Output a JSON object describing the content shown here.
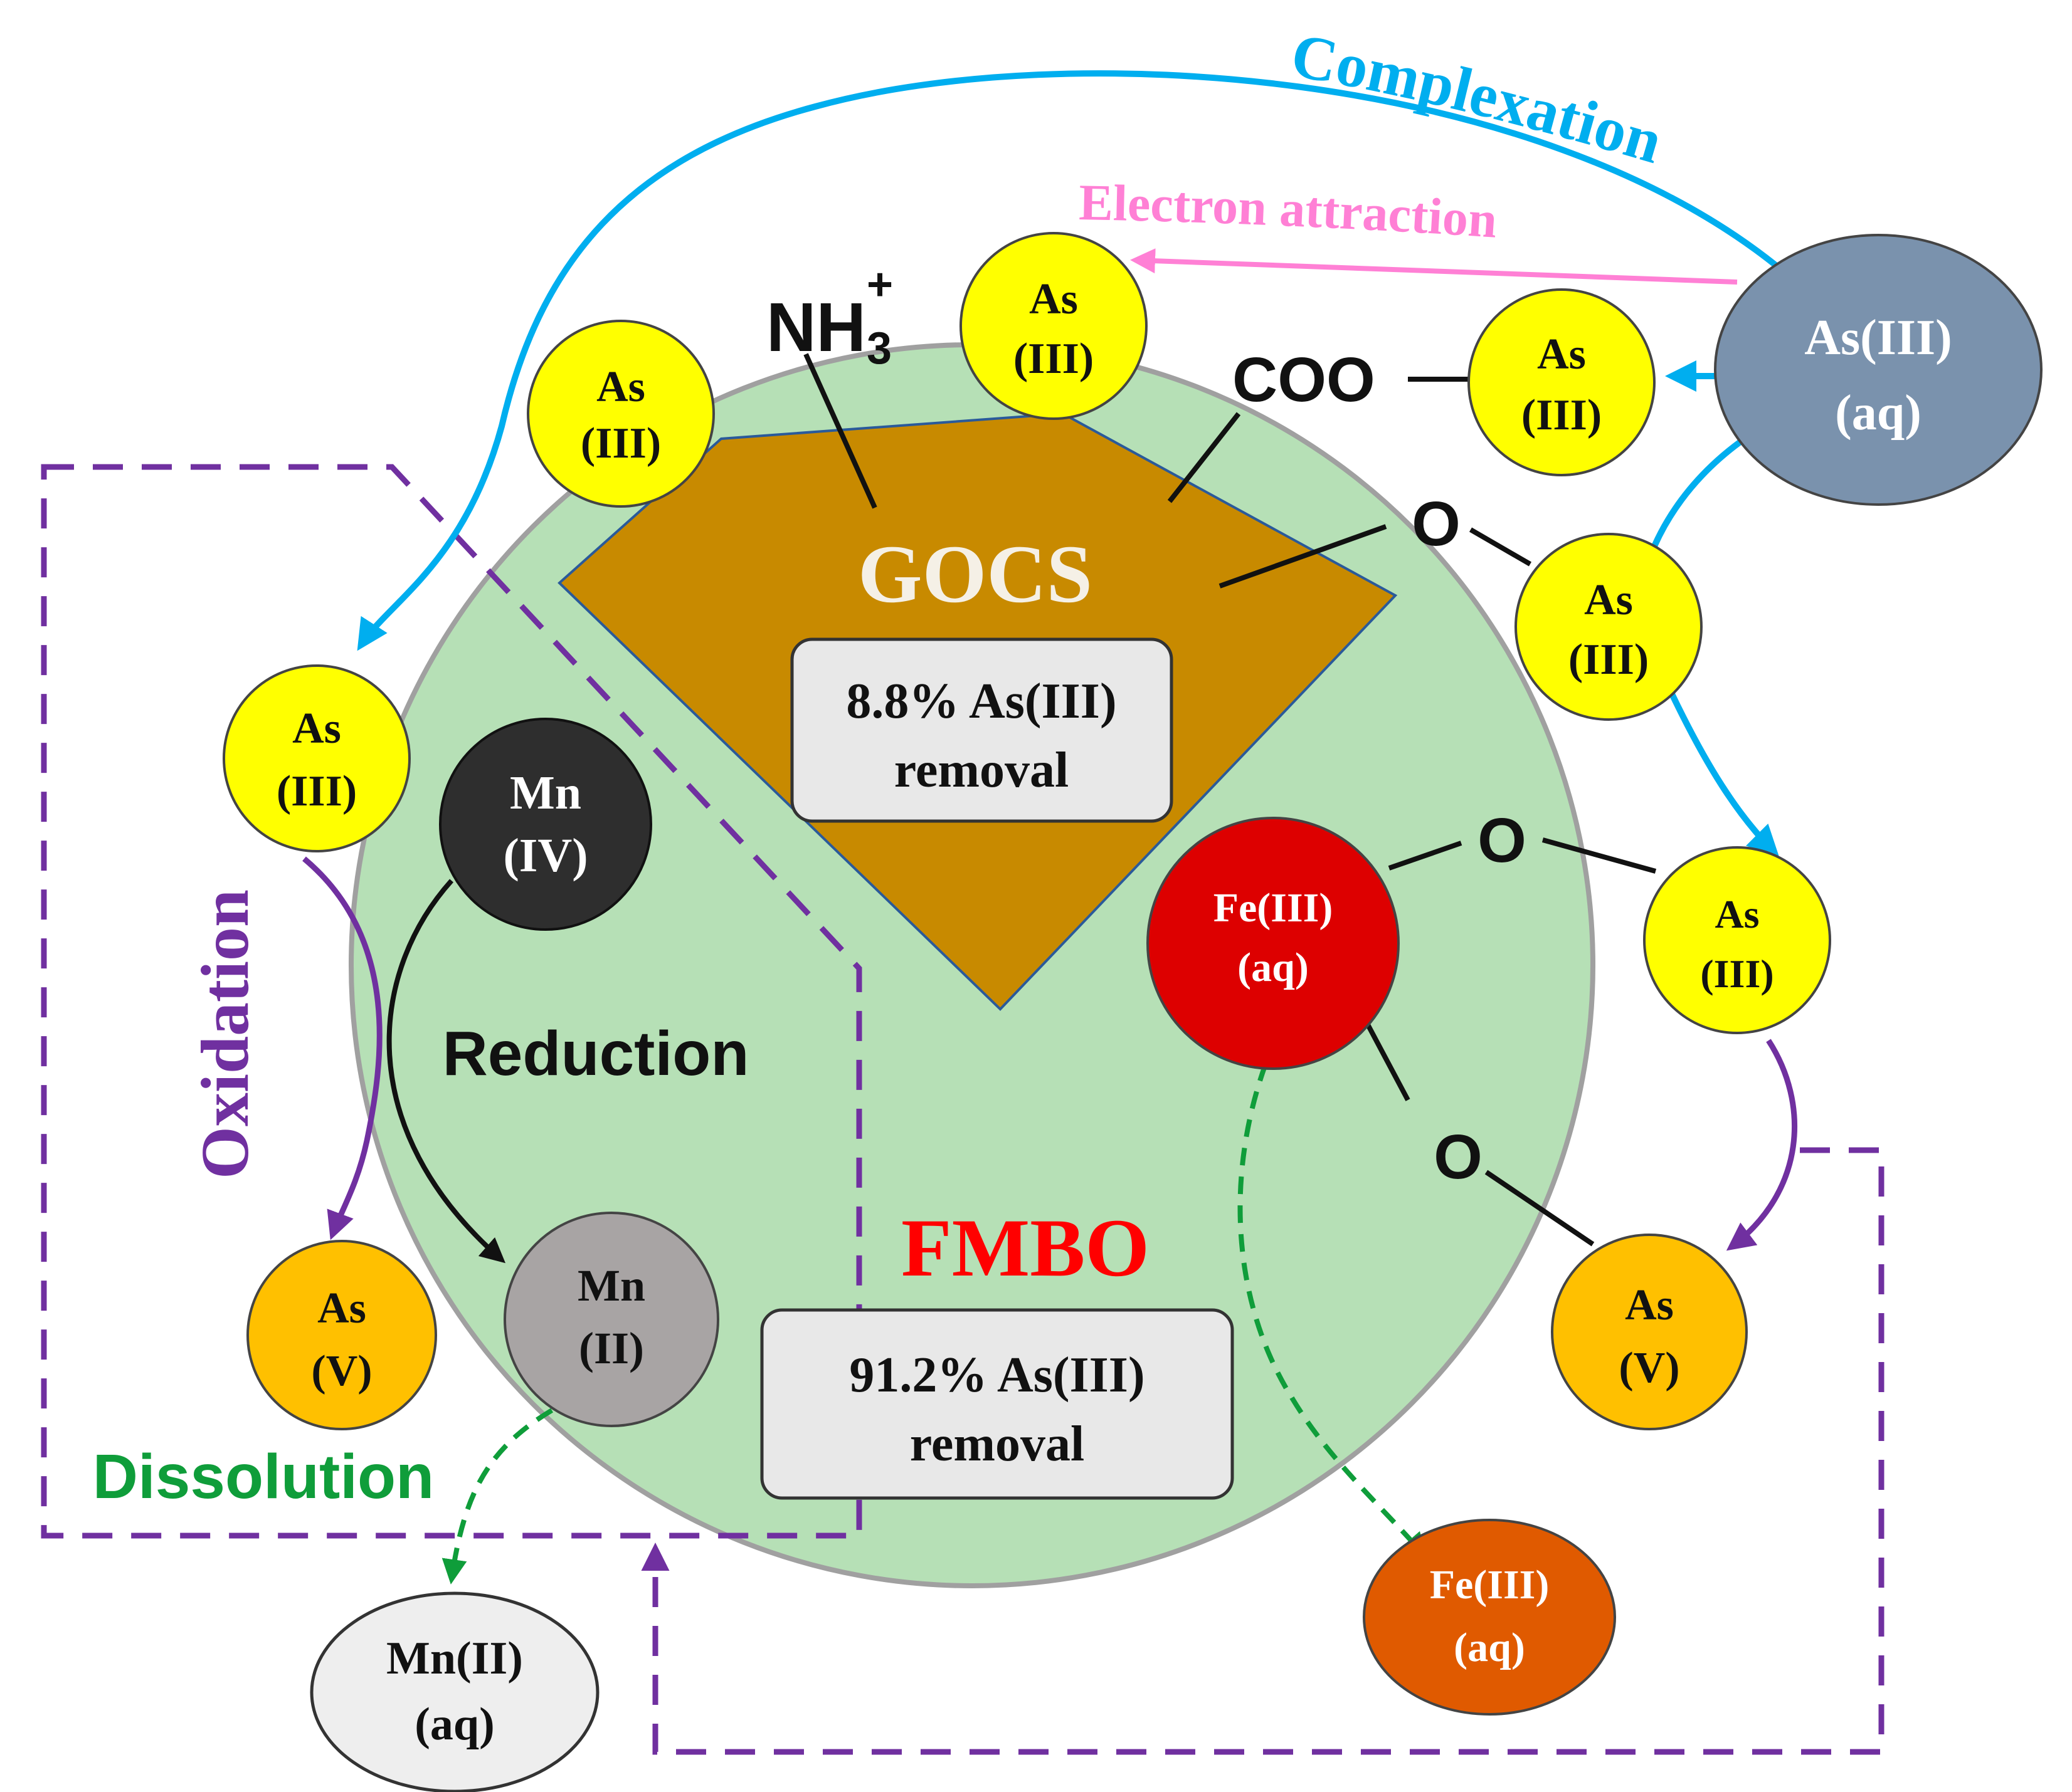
{
  "colors": {
    "fmbo_circle": "#b6e0b6",
    "gocs_wedge": "#c88a00",
    "as3_particle": "#ffff00",
    "as5_particle": "#ffc000",
    "as3_aq": "#7a92ad",
    "mn4": "#2e2e2e",
    "mn2": "#a8a4a4",
    "mn2_aq": "#eeeeee",
    "fe3_aq": "#dd0000",
    "fe3_aq_released": "#e05a00",
    "complexation": "#00aeef",
    "electron_attraction": "#ff80d5",
    "oxidation": "#7030a0",
    "dissolution": "#0f9d3a",
    "fmbo_label": "#ff0000",
    "gocs_label": "#f5f0e6"
  },
  "labels": {
    "complexation": "Complexation",
    "electron_attraction": "Electron attraction",
    "oxidation": "Oxidation",
    "reduction": "Reduction",
    "dissolution": "Dissolution",
    "gocs": "GOCS",
    "fmbo": "FMBO"
  },
  "gocs_box": {
    "line1": "8.8% As(III)",
    "line2": "removal"
  },
  "fmbo_box": {
    "line1": "91.2% As(III)",
    "line2": "removal"
  },
  "functional_groups": {
    "nh3": "NH",
    "nh3_sub": "3",
    "nh3_sup": "+",
    "coo": "COO",
    "o_gocs": "O",
    "o_fe_upper": "O",
    "o_fe_lower": "O"
  },
  "species": {
    "as": "As",
    "iii": "(III)",
    "v": "(V)",
    "as3_aq_line1": "As(III)",
    "as3_aq_line2": "(aq)",
    "mn": "Mn",
    "iv": "(IV)",
    "ii": "(II)",
    "mn2_aq_line1": "Mn(II)",
    "mn2_aq_line2": "(aq)",
    "fe3_aq_line1": "Fe(III)",
    "fe3_aq_line2": "(aq)"
  }
}
